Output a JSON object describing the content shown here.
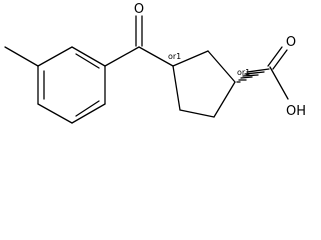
{
  "molecule": {
    "atoms": {
      "carbonyl_oxygen": "O",
      "carboxyl_oxygen": "O",
      "hydroxyl": "OH"
    },
    "stereo_labels": {
      "c3": "or1",
      "c1": "or1"
    }
  }
}
